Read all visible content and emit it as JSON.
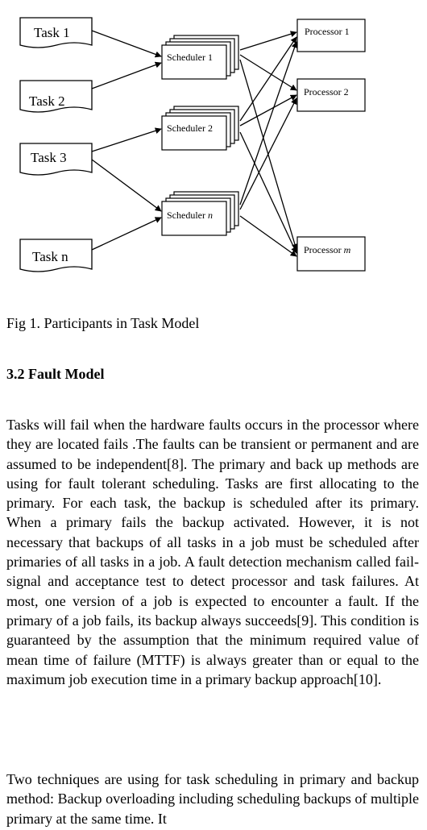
{
  "figure": {
    "tasks": [
      "Task 1",
      "Task 2",
      "Task 3",
      "Task n"
    ],
    "schedulers": [
      {
        "label": "Scheduler 1",
        "base": "Scheduler ",
        "suffix": "1"
      },
      {
        "label": "Scheduler 2",
        "base": "Scheduler ",
        "suffix": "2"
      },
      {
        "label": "Scheduler n",
        "base": "Scheduler ",
        "suffix": "n"
      }
    ],
    "processors": [
      {
        "label": "Processor 1",
        "base": "Processor ",
        "suffix": "1"
      },
      {
        "label": "Processor 2",
        "base": "Processor ",
        "suffix": "2"
      },
      {
        "label": "Processor m",
        "base": "Processor ",
        "suffix": "m"
      }
    ],
    "caption": "Fig 1. Participants in Task Model"
  },
  "section": {
    "heading": "3.2 Fault Model",
    "paragraphs": [
      "Tasks will fail when the hardware faults occurs in the processor where they are located fails .The faults can be transient or permanent and are assumed to be independent[8]. The primary and back up methods are using for fault tolerant scheduling. Tasks are first allocating to the primary. For each task, the backup is scheduled after its primary. When a primary fails the backup activated. However, it is not necessary that backups of all tasks in a job must be scheduled after primaries of all tasks in a job. A fault detection mechanism called fail-signal and acceptance test to detect processor and task failures. At most, one version of a job is expected to encounter a fault. If the primary of a job fails, its backup always succeeds[9]. This condition is guaranteed by the assumption that the minimum required value of mean time of failure (MTTF) is always greater than or equal to the maximum job execution time in a primary backup approach[10].",
      "Two techniques are using for task scheduling in primary and backup method: Backup overloading including scheduling backups of multiple primary at the same time. It"
    ]
  }
}
